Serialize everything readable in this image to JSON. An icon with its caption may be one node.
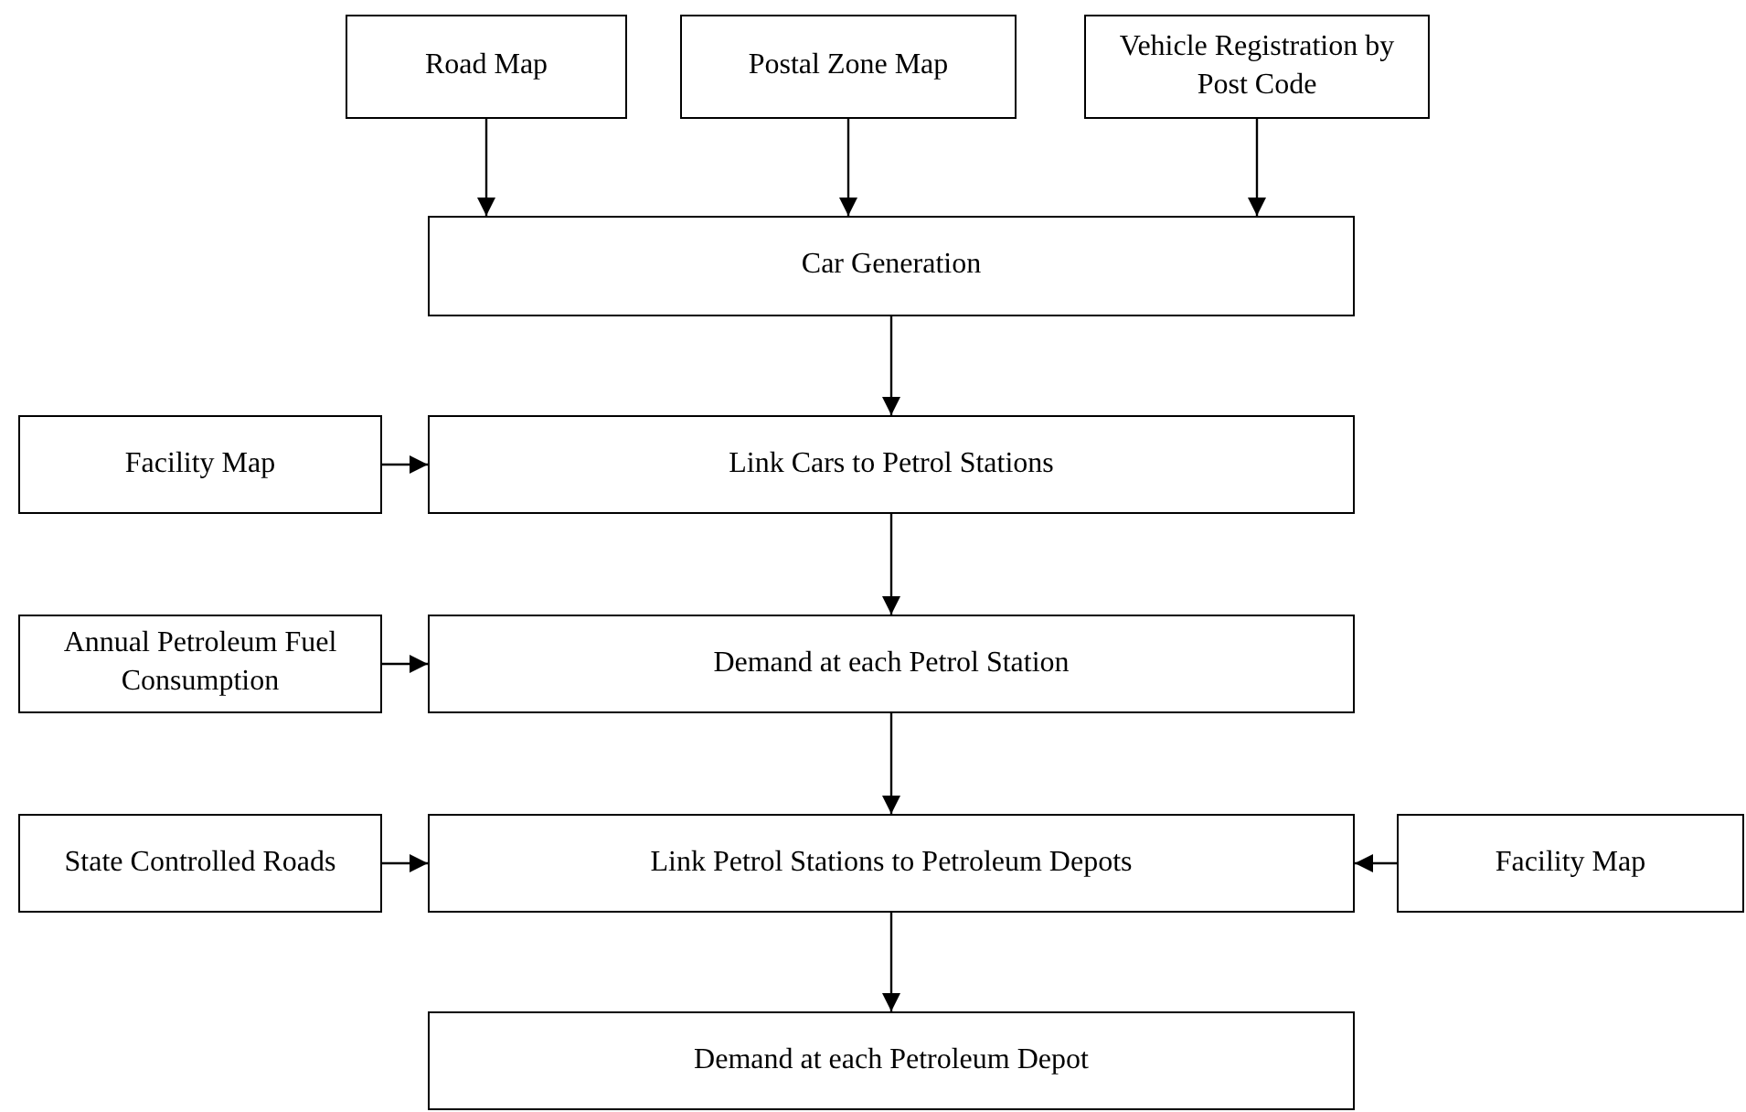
{
  "diagram": {
    "nodes": [
      {
        "text": [
          "Road Map"
        ]
      },
      {
        "text": [
          "Postal Zone Map"
        ]
      },
      {
        "text": [
          "Vehicle Registration by Post Code"
        ]
      },
      {
        "text": [
          "Car Generation"
        ]
      },
      {
        "text": [
          "Facility Map"
        ]
      },
      {
        "text": [
          "Link Cars to Petrol Stations"
        ]
      },
      {
        "text": [
          "Annual Petroleum Fuel Consumption"
        ]
      },
      {
        "text": [
          "Demand at each Petrol Station"
        ]
      },
      {
        "text": [
          "State Controlled Roads"
        ]
      },
      {
        "text": [
          "Link Petrol Stations to Petroleum Depots"
        ]
      },
      {
        "text": [
          "Facility Map"
        ]
      },
      {
        "text": [
          "Demand at each Petroleum Depot"
        ]
      }
    ],
    "edges": [
      {
        "from": 0,
        "to": 3,
        "arrow": "to"
      },
      {
        "from": 1,
        "to": 3,
        "arrow": "to"
      },
      {
        "from": 2,
        "to": 3,
        "arrow": "to"
      },
      {
        "from": 3,
        "to": 5,
        "arrow": "to"
      },
      {
        "from": 4,
        "to": 5,
        "arrow": "to"
      },
      {
        "from": 5,
        "to": 7,
        "arrow": "to"
      },
      {
        "from": 6,
        "to": 7,
        "arrow": "to"
      },
      {
        "from": 7,
        "to": 9,
        "arrow": "to"
      },
      {
        "from": 8,
        "to": 9,
        "arrow": "to"
      },
      {
        "from": 10,
        "to": 9,
        "arrow": "to"
      },
      {
        "from": 9,
        "to": 11,
        "arrow": "to"
      }
    ]
  }
}
